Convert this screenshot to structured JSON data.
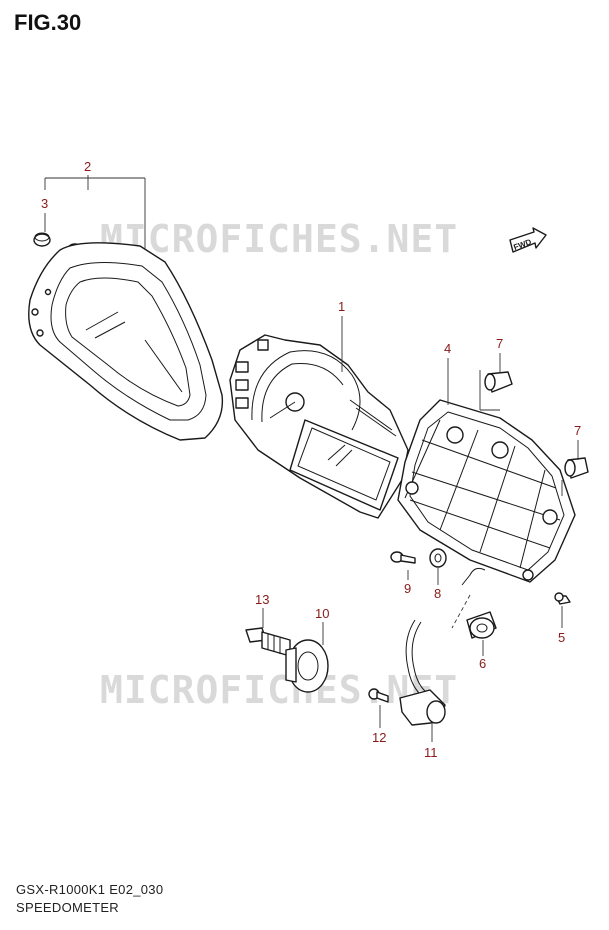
{
  "figure": {
    "title": "FIG.30"
  },
  "watermark": {
    "text": "MICROFICHES.NET"
  },
  "fwd_label": "FWD",
  "callouts": [
    {
      "id": "1",
      "name": "callout-1"
    },
    {
      "id": "2",
      "name": "callout-2"
    },
    {
      "id": "3",
      "name": "callout-3"
    },
    {
      "id": "4",
      "name": "callout-4"
    },
    {
      "id": "5",
      "name": "callout-5"
    },
    {
      "id": "6",
      "name": "callout-6"
    },
    {
      "id": "7",
      "name": "callout-7a"
    },
    {
      "id": "7",
      "name": "callout-7b"
    },
    {
      "id": "8",
      "name": "callout-8"
    },
    {
      "id": "9",
      "name": "callout-9"
    },
    {
      "id": "10",
      "name": "callout-10"
    },
    {
      "id": "11",
      "name": "callout-11"
    },
    {
      "id": "12",
      "name": "callout-12"
    },
    {
      "id": "13",
      "name": "callout-13"
    }
  ],
  "colors": {
    "callout": "#8b1a1a",
    "line": "#1a1a1a",
    "watermark": "#d6d6d6"
  },
  "footer": {
    "model_code": "GSX-R1000K1 E02_030",
    "section": "SPEEDOMETER"
  }
}
